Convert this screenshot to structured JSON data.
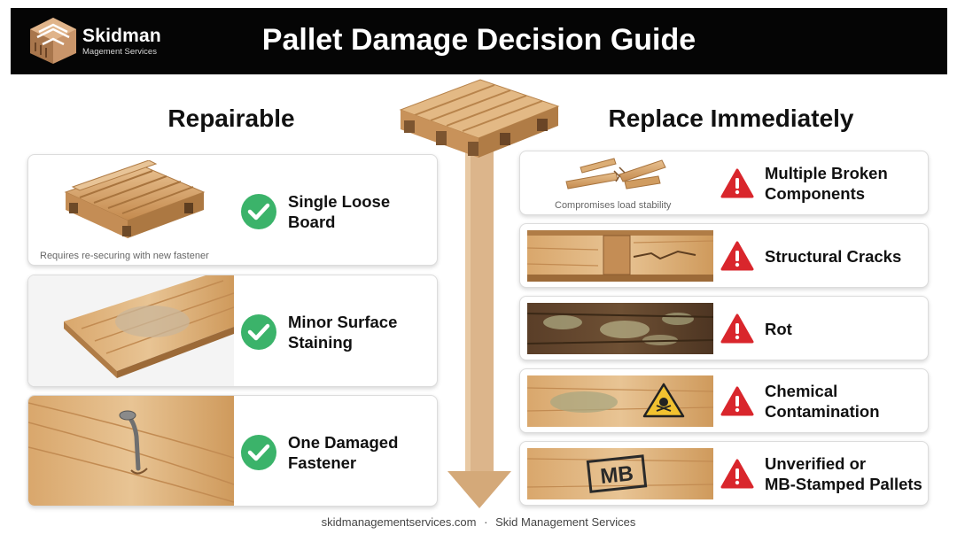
{
  "brand": {
    "name": "Skidman",
    "subtitle": "Magement Services"
  },
  "title": "Pallet Damage Decision Guide",
  "repairable": {
    "heading": "Repairable",
    "items": [
      {
        "label_line1": "Single Loose",
        "label_line2": "Board",
        "note": "Requires re-securing with new fastener",
        "icon": "check-icon"
      },
      {
        "label_line1": "Minor Surface",
        "label_line2": "Staining",
        "note": "",
        "icon": "check-icon"
      },
      {
        "label_line1": "One Damaged",
        "label_line2": "Fastener",
        "note": "",
        "icon": "check-icon"
      }
    ]
  },
  "replace": {
    "heading": "Replace Immediately",
    "items": [
      {
        "label_line1": "Multiple Broken",
        "label_line2": "Components",
        "note": "Compromises load stability",
        "icon": "warning-icon"
      },
      {
        "label_line1": "Structural Cracks",
        "label_line2": "",
        "note": "",
        "icon": "warning-icon"
      },
      {
        "label_line1": "Rot",
        "label_line2": "",
        "note": "",
        "icon": "warning-icon"
      },
      {
        "label_line1": "Chemical",
        "label_line2": "Contamination",
        "note": "",
        "icon": "warning-icon"
      },
      {
        "label_line1": "Unverified or",
        "label_line2": "MB-Stamped Pallets",
        "note": "",
        "stamp": "MB",
        "icon": "warning-icon"
      }
    ]
  },
  "colors": {
    "header_bg": "#050505",
    "check_green": "#3bb36a",
    "warning_red": "#d9262c",
    "arrow_tan": "#d9b38a",
    "wood": "#d7a56c"
  },
  "footer": {
    "site": "skidmanagementservices.com",
    "separator": "·",
    "company": "Skid Management Services"
  }
}
